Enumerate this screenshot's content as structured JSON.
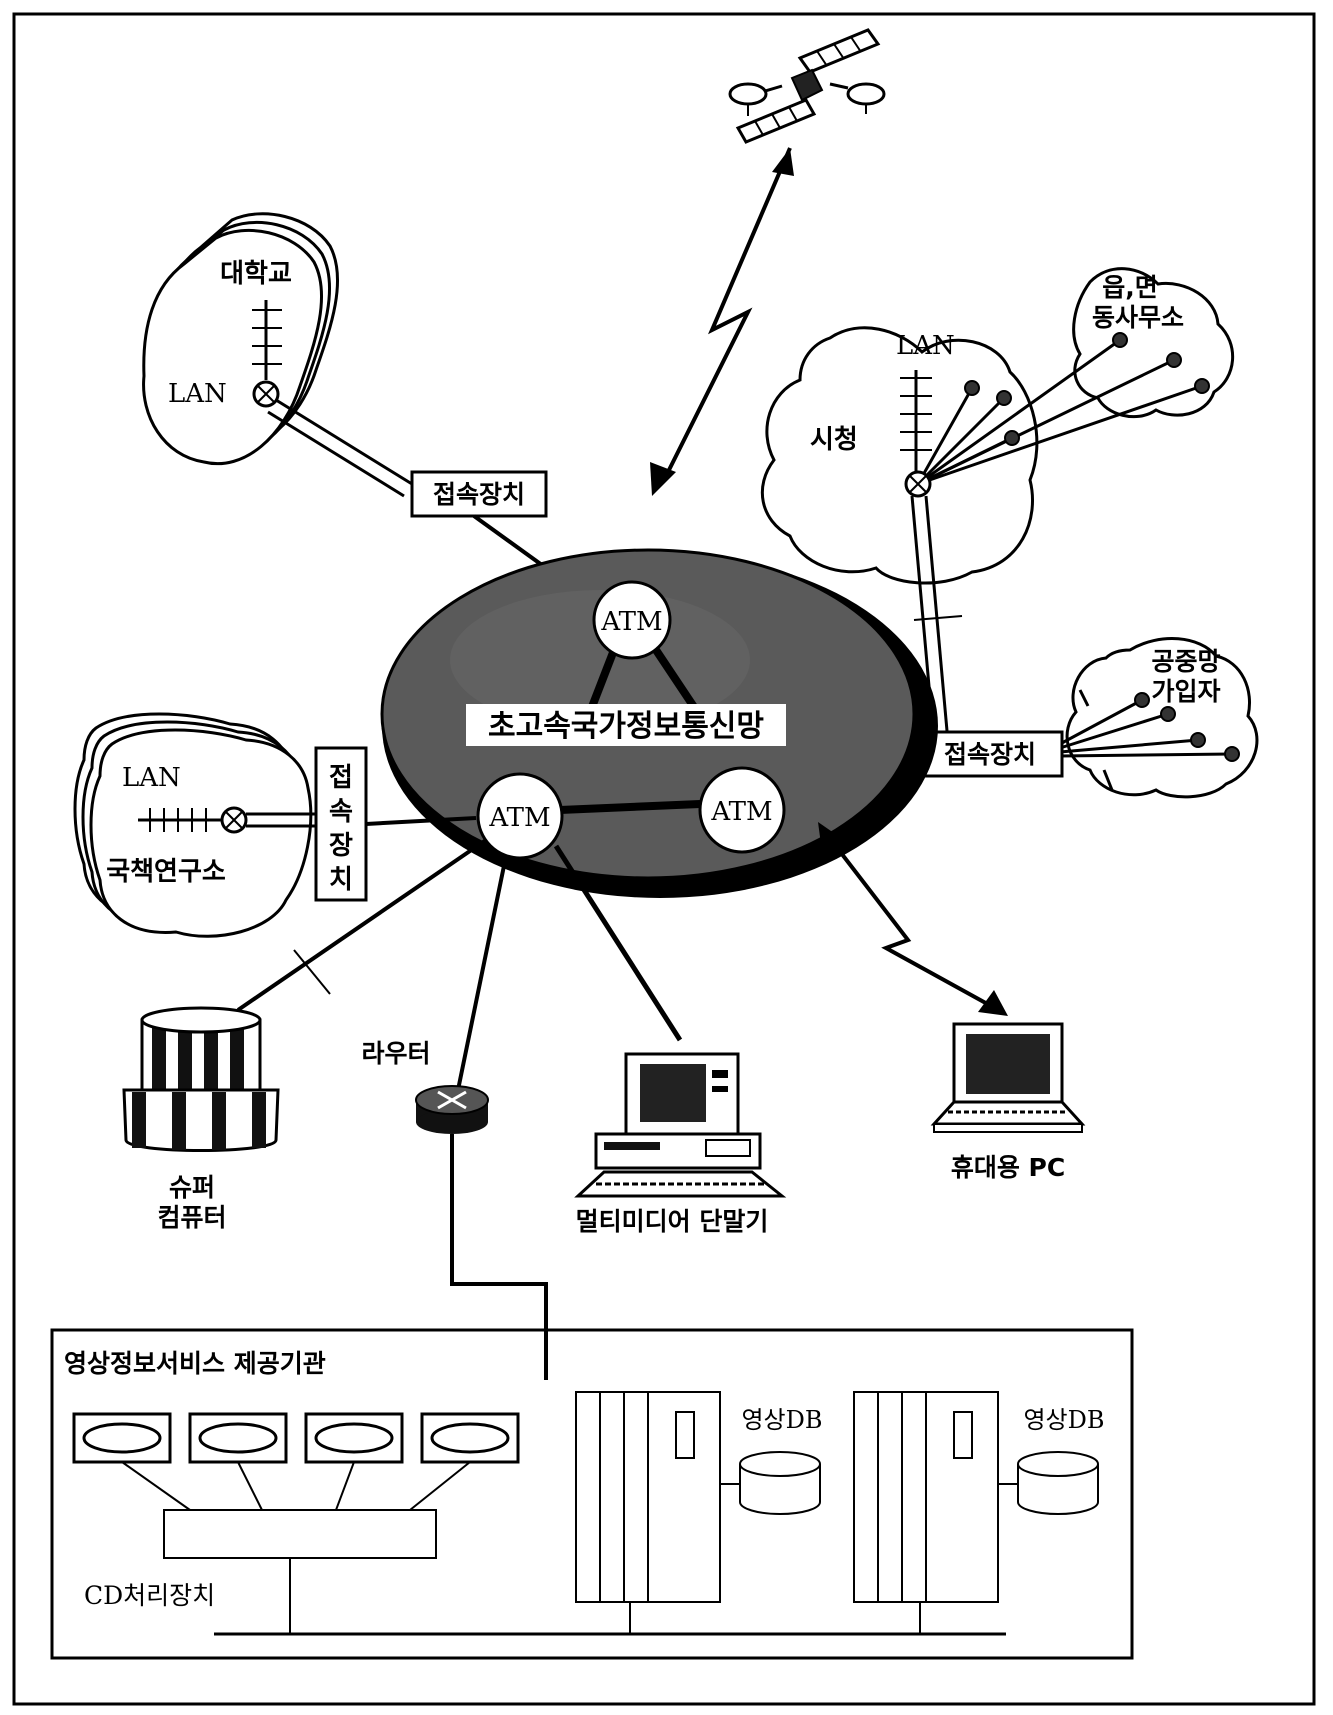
{
  "labels": {
    "university": "대학교",
    "university_lan": "LAN",
    "access_top": "접속장치",
    "atm_top": "ATM",
    "atm_left": "ATM",
    "atm_right": "ATM",
    "network": "초고속국가정보통신망",
    "city_lan": "LAN",
    "city_hall": "시청",
    "town_office_1": "읍,면",
    "town_office_2": "동사무소",
    "public_subscriber_1": "공중망",
    "public_subscriber_2": "가입자",
    "access_right": "접속장치",
    "research_lan": "LAN",
    "research_institute": "국책연구소",
    "access_left_1": "접",
    "access_left_2": "속",
    "access_left_3": "장",
    "access_left_4": "치",
    "supercomputer_1": "슈퍼",
    "supercomputer_2": "컴퓨터",
    "router": "라우터",
    "multimedia_terminal": "멀티미디어 단말기",
    "portable_pc": "휴대용 PC",
    "provider_title": "영상정보서비스 제공기관",
    "cd_processor": "CD처리장치",
    "video_db_1": "영상DB",
    "video_db_2": "영상DB"
  }
}
